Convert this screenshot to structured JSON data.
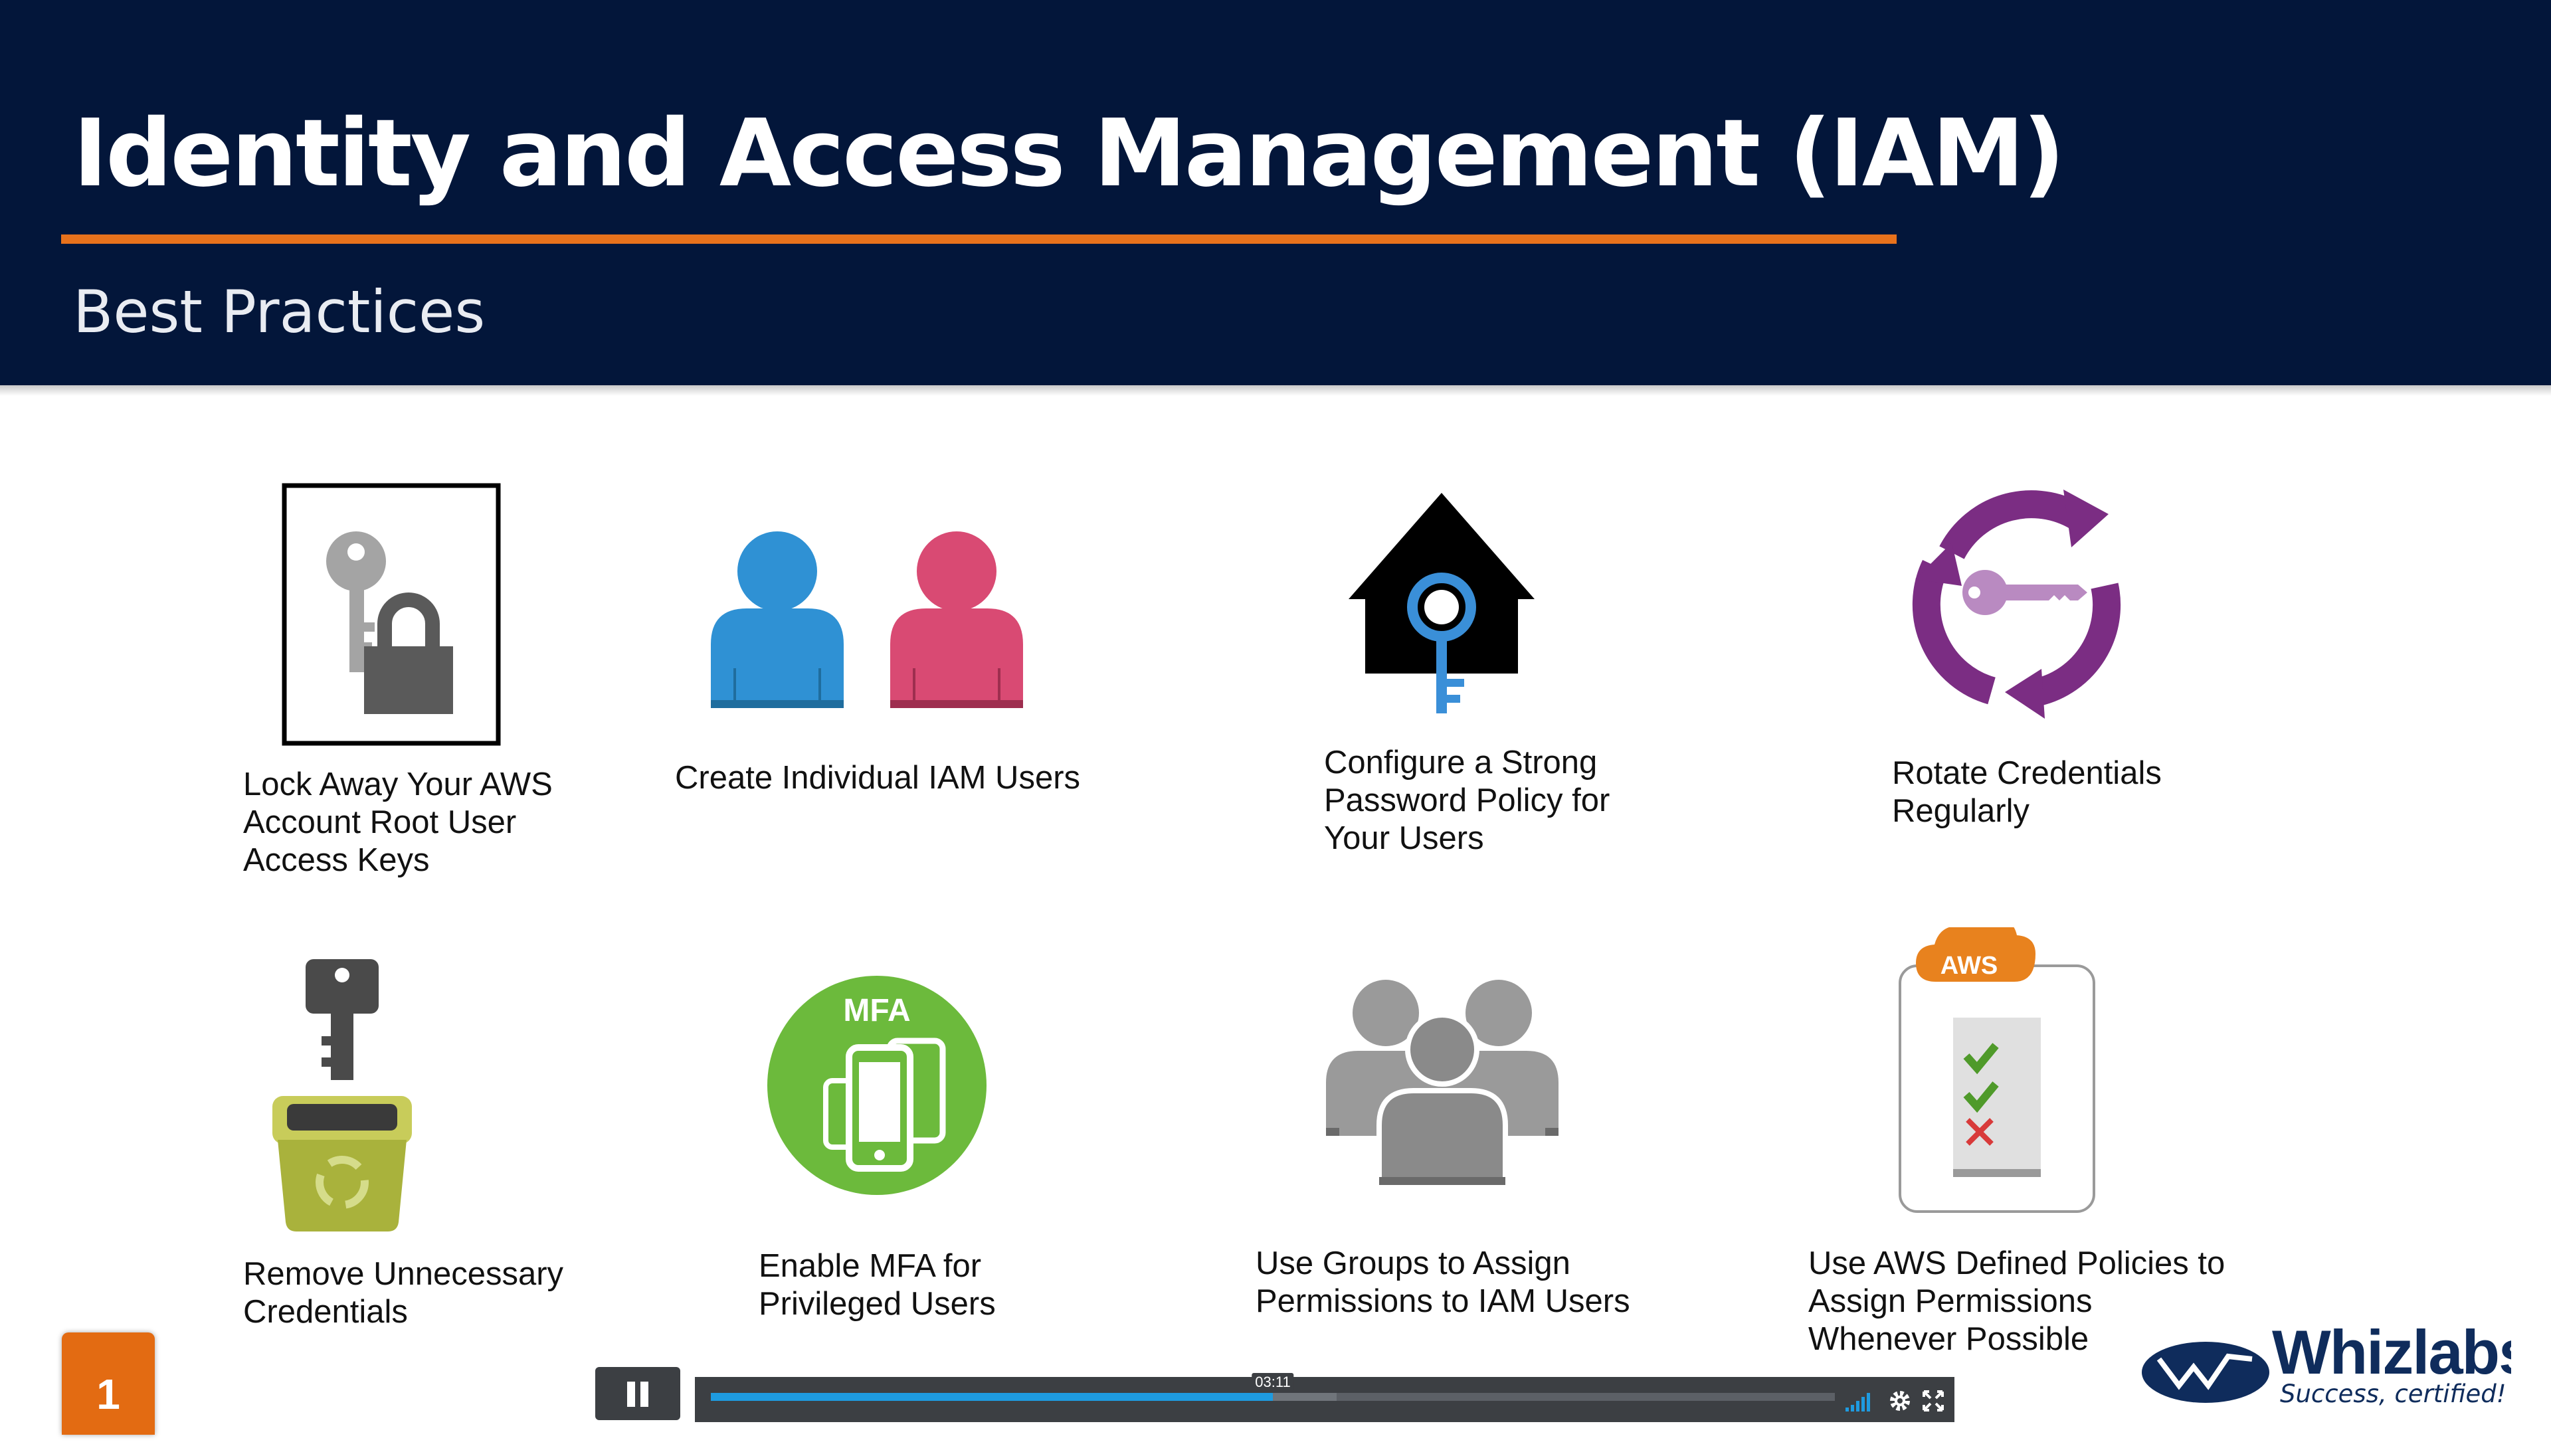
{
  "header": {
    "title": "Identity and Access Management (IAM)",
    "subtitle": "Best Practices"
  },
  "practices": [
    {
      "icon": "key-lock-icon",
      "lines": [
        "Lock Away Your AWS",
        "Account Root User",
        "Access Keys"
      ]
    },
    {
      "icon": "users-icon",
      "lines": [
        "Create Individual IAM Users"
      ]
    },
    {
      "icon": "house-key-icon",
      "lines": [
        "Configure a Strong",
        "Password Policy for",
        "Your Users"
      ]
    },
    {
      "icon": "rotate-key-icon",
      "lines": [
        "Rotate Credentials",
        "Regularly"
      ]
    },
    {
      "icon": "key-trash-icon",
      "lines": [
        "Remove Unnecessary",
        "Credentials"
      ]
    },
    {
      "icon": "mfa-phones-icon",
      "lines": [
        "Enable MFA for",
        "Privileged Users"
      ]
    },
    {
      "icon": "user-group-icon",
      "lines": [
        "Use Groups to Assign",
        "Permissions to IAM Users"
      ]
    },
    {
      "icon": "aws-policy-checklist-icon",
      "lines": [
        "Use AWS Defined Policies to",
        "Assign Permissions",
        "Whenever Possible"
      ]
    }
  ],
  "icon_text": {
    "mfa": "MFA",
    "aws": "AWS"
  },
  "slide_number": "1",
  "player": {
    "state": "playing",
    "current_time": "03:11",
    "progress": 0.5,
    "buffered": 0.557,
    "icons": [
      "pause-icon",
      "volume-icon",
      "settings-icon",
      "fullscreen-icon"
    ]
  },
  "brand": {
    "name": "Whizlabs",
    "tagline": "Success, certified!"
  },
  "colors": {
    "header_bg": "#03163a",
    "accent_orange": "#e8721c",
    "progress_blue": "#1e9be0",
    "user_blue": "#2f91d4",
    "user_pink": "#d94a73",
    "rotate_purple": "#7b2d83",
    "mfa_green": "#6cba3c",
    "logo_navy": "#0f2c5c"
  }
}
